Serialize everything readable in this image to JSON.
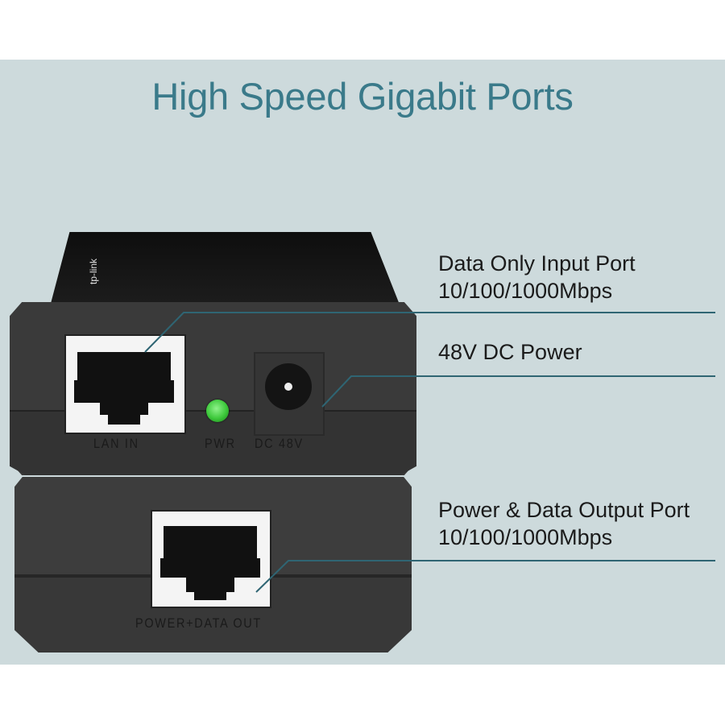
{
  "title": "High Speed Gigabit Ports",
  "colors": {
    "panel_bg": "#cddadc",
    "title": "#3a7a8a",
    "leader_line": "#2f6573",
    "device_body": "#3a3a3a",
    "led_green": "#3cc83a"
  },
  "device": {
    "brand_logo": "tp-link",
    "upper_unit": {
      "ports": [
        {
          "id": "lan-in",
          "label": "LAN IN",
          "type": "rj45"
        },
        {
          "id": "pwr",
          "label": "PWR",
          "type": "led"
        },
        {
          "id": "dc-48v",
          "label": "DC 48V",
          "type": "dc-jack"
        }
      ]
    },
    "lower_unit": {
      "ports": [
        {
          "id": "power-data-out",
          "label": "POWER+DATA OUT",
          "type": "rj45"
        }
      ]
    }
  },
  "callouts": [
    {
      "line1": "Data Only Input Port",
      "line2": "10/100/1000Mbps",
      "target": "lan-in"
    },
    {
      "line1": "48V DC Power",
      "line2": "",
      "target": "dc-48v"
    },
    {
      "line1": "Power & Data Output Port",
      "line2": "10/100/1000Mbps",
      "target": "power-data-out"
    }
  ]
}
